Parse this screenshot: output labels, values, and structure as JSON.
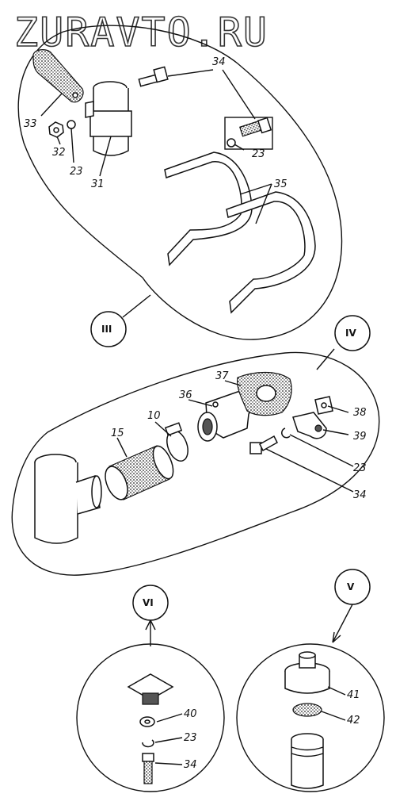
{
  "watermark": "ZURAVTO.RU",
  "views": [
    {
      "id": "III",
      "label": "III"
    },
    {
      "id": "IV",
      "label": "IV"
    },
    {
      "id": "V",
      "label": "V"
    },
    {
      "id": "VI",
      "label": "VI"
    }
  ],
  "callouts": {
    "view3": [
      "34",
      "33",
      "32",
      "23",
      "31",
      "23",
      "35"
    ],
    "view4": [
      "37",
      "36",
      "10",
      "15",
      "38",
      "39",
      "23",
      "34"
    ],
    "view5": [
      "41",
      "42"
    ],
    "view6": [
      "40",
      "23",
      "34"
    ]
  }
}
